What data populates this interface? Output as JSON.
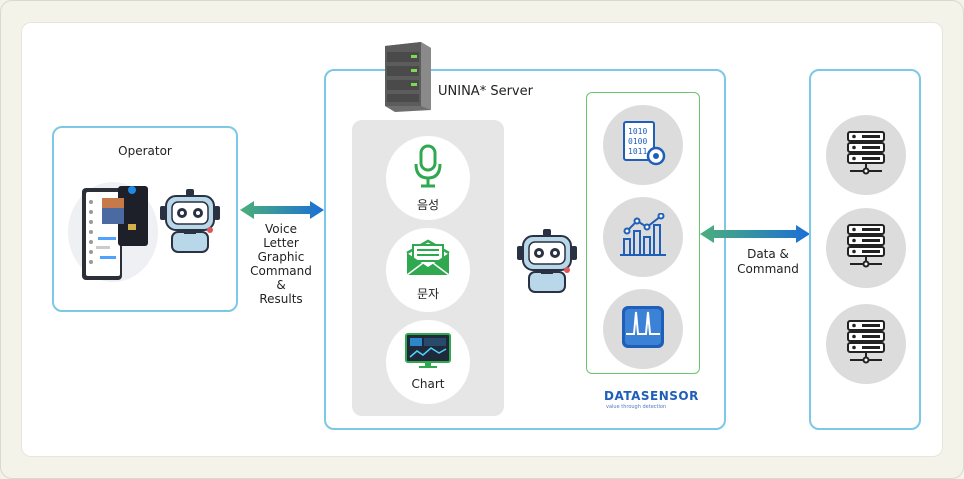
{
  "operator": {
    "title": "Operator"
  },
  "link_left": {
    "lines": [
      "Voice",
      "Letter",
      "Graphic",
      "Command",
      "&",
      "Results"
    ]
  },
  "server": {
    "title": "UNINA* Server"
  },
  "channels": [
    {
      "label": "음성",
      "icon": "microphone-icon"
    },
    {
      "label": "문자",
      "icon": "envelope-icon"
    },
    {
      "label": "Chart",
      "icon": "monitor-chart-icon"
    }
  ],
  "datasensor": {
    "logo_text": "DATASENSOR",
    "tagline": "value through detection",
    "icons": [
      "binary-gear-icon",
      "bar-line-chart-icon",
      "waveform-icon"
    ]
  },
  "link_right": {
    "lines": [
      "Data &",
      "Command"
    ]
  },
  "servers_right": {
    "icons": [
      "server-rack-icon",
      "server-rack-icon",
      "server-rack-icon"
    ]
  },
  "colors": {
    "box_border": "#7cc8e6",
    "green_border": "#6cc46c",
    "arrow_green": "#4caf7a",
    "arrow_blue": "#1a6fd6",
    "icon_blue": "#1f5fb8"
  }
}
